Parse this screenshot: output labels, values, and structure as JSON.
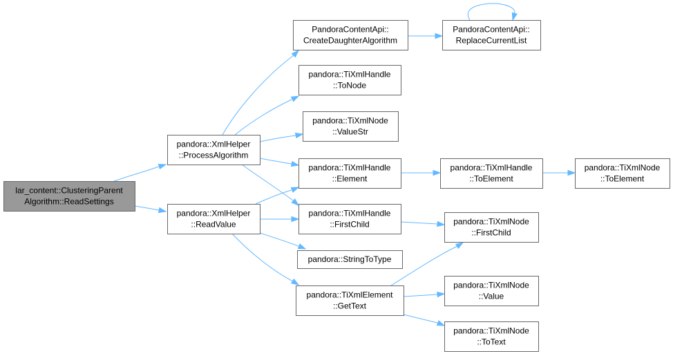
{
  "nodes": [
    {
      "id": "n0",
      "name": "node-clusteringparent-readsettings",
      "lines": [
        "lar_content::ClusteringParent",
        "Algorithm::ReadSettings"
      ],
      "root": true
    },
    {
      "id": "n1",
      "name": "node-xmlhelper-processalgorithm",
      "lines": [
        "pandora::XmlHelper",
        "::ProcessAlgorithm"
      ]
    },
    {
      "id": "n2",
      "name": "node-xmlhelper-readvalue",
      "lines": [
        "pandora::XmlHelper",
        "::ReadValue"
      ]
    },
    {
      "id": "n3",
      "name": "node-pandoracontentapi-createdaughteralgorithm",
      "lines": [
        "PandoraContentApi::",
        "CreateDaughterAlgorithm"
      ]
    },
    {
      "id": "n4",
      "name": "node-tixmlhandle-tonode",
      "lines": [
        "pandora::TiXmlHandle",
        "::ToNode"
      ]
    },
    {
      "id": "n5",
      "name": "node-tixmlnode-valuestr",
      "lines": [
        "pandora::TiXmlNode",
        "::ValueStr"
      ]
    },
    {
      "id": "n6",
      "name": "node-tixmlhandle-element",
      "lines": [
        "pandora::TiXmlHandle",
        "::Element"
      ]
    },
    {
      "id": "n7",
      "name": "node-tixmlhandle-firstchild",
      "lines": [
        "pandora::TiXmlHandle",
        "::FirstChild"
      ]
    },
    {
      "id": "n8",
      "name": "node-stringtotype",
      "lines": [
        "pandora::StringToType"
      ]
    },
    {
      "id": "n9",
      "name": "node-tixmlelement-gettext",
      "lines": [
        "pandora::TiXmlElement",
        "::GetText"
      ]
    },
    {
      "id": "n10",
      "name": "node-pandoracontentapi-replacecurrentlist",
      "lines": [
        "PandoraContentApi::",
        "ReplaceCurrentList"
      ]
    },
    {
      "id": "n11",
      "name": "node-tixmlhandle-toelement",
      "lines": [
        "pandora::TiXmlHandle",
        "::ToElement"
      ]
    },
    {
      "id": "n12",
      "name": "node-tixmlnode-firstchild",
      "lines": [
        "pandora::TiXmlNode",
        "::FirstChild"
      ]
    },
    {
      "id": "n13",
      "name": "node-tixmlnode-value",
      "lines": [
        "pandora::TiXmlNode",
        "::Value"
      ]
    },
    {
      "id": "n14",
      "name": "node-tixmlnode-totext",
      "lines": [
        "pandora::TiXmlNode",
        "::ToText"
      ]
    },
    {
      "id": "n15",
      "name": "node-tixmlnode-toelement",
      "lines": [
        "pandora::TiXmlNode",
        "::ToElement"
      ]
    }
  ],
  "edges": [
    [
      "n0",
      "n1"
    ],
    [
      "n0",
      "n2"
    ],
    [
      "n1",
      "n3"
    ],
    [
      "n1",
      "n4"
    ],
    [
      "n1",
      "n5"
    ],
    [
      "n1",
      "n6"
    ],
    [
      "n1",
      "n7"
    ],
    [
      "n2",
      "n6"
    ],
    [
      "n2",
      "n7"
    ],
    [
      "n2",
      "n8"
    ],
    [
      "n2",
      "n9"
    ],
    [
      "n3",
      "n10"
    ],
    [
      "n10",
      "n10"
    ],
    [
      "n6",
      "n11"
    ],
    [
      "n11",
      "n15"
    ],
    [
      "n7",
      "n12"
    ],
    [
      "n9",
      "n12"
    ],
    [
      "n9",
      "n13"
    ],
    [
      "n9",
      "n14"
    ]
  ]
}
